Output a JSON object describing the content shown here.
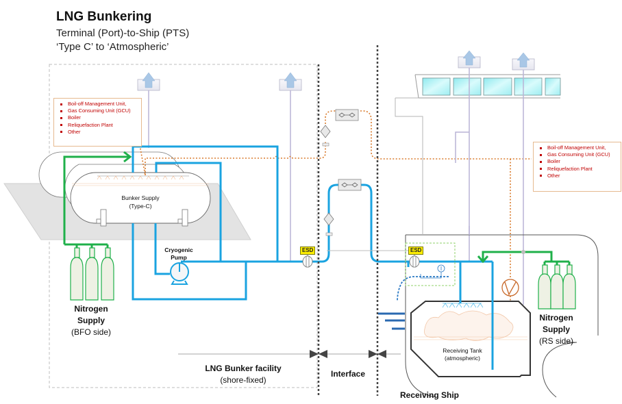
{
  "header": {
    "title": "LNG Bunkering",
    "subtitle_1": "Terminal (Port)-to-Ship (PTS)",
    "subtitle_2": "‘Type C’ to ‘Atmospheric’"
  },
  "bfo_side": {
    "consumer_list": [
      "Boil-off Management Unit,",
      "Gas Consuming Unit (GCU)",
      "Boiler",
      "Reliquefaction Plant",
      "Other"
    ],
    "bunker_tank": {
      "line1": "Bunker Supply",
      "line2": "(Type-C)"
    },
    "pump": {
      "line1": "Cryogenic",
      "line2": "Pump"
    },
    "nitrogen": {
      "line1": "Nitrogen",
      "line2": "Supply",
      "line3": "(BFO side)"
    },
    "esd_label": "ESD",
    "facility_label": {
      "line1": "LNG Bunker facility",
      "line2": "(shore-fixed)"
    }
  },
  "interface": {
    "label": "Interface"
  },
  "receiving_ship": {
    "consumer_list": [
      "Boil-off Management Unit,",
      "Gas Consuming Unit (GCU)",
      "Boiler",
      "Reliquefaction Plant",
      "Other"
    ],
    "esd_label": "ESD",
    "tank": {
      "line1": "Receiving Tank",
      "line2": "(atmospheric)"
    },
    "nitrogen": {
      "line1": "Nitrogen",
      "line2": "Supply",
      "line3": "(RS side)"
    },
    "ship_label": "Receiving Ship"
  },
  "colors": {
    "lng_line": "#1aa3e0",
    "nitrogen_line": "#1fb04a",
    "vapour_line": "#d97a2b",
    "vent_line": "#b9b3d6",
    "consumer_text": "#c00000",
    "esd_badge": "#ffef00"
  }
}
